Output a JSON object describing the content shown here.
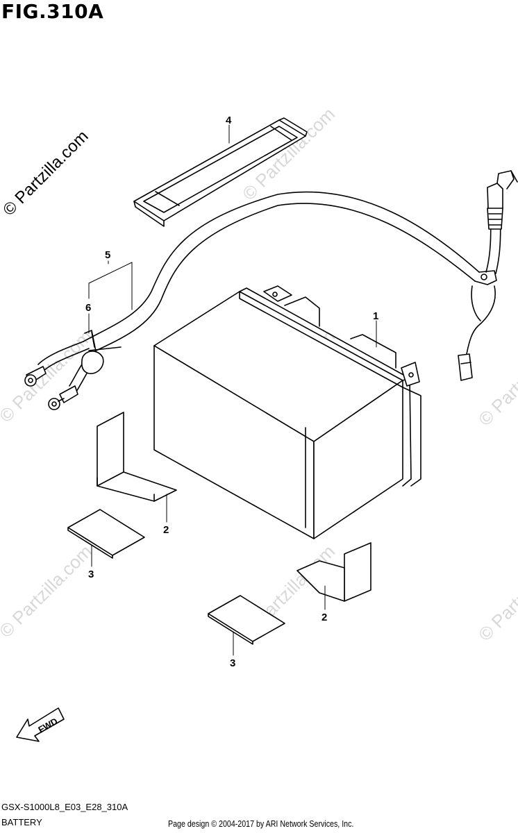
{
  "figure": {
    "title": "FIG.310A"
  },
  "watermark": {
    "main_text": "© Partzilla.com",
    "repeat_text": "© Partzilla.com"
  },
  "callouts": {
    "c1": "1",
    "c2a": "2",
    "c2b": "2",
    "c3a": "3",
    "c3b": "3",
    "c4": "4",
    "c5": "5",
    "c6": "6"
  },
  "fwd_label": "FWD",
  "footer": {
    "model_code": "GSX-S1000L8_E03_E28_310A",
    "section": "BATTERY",
    "credit": "Page design © 2004-2017 by ARI Network Services, Inc."
  }
}
